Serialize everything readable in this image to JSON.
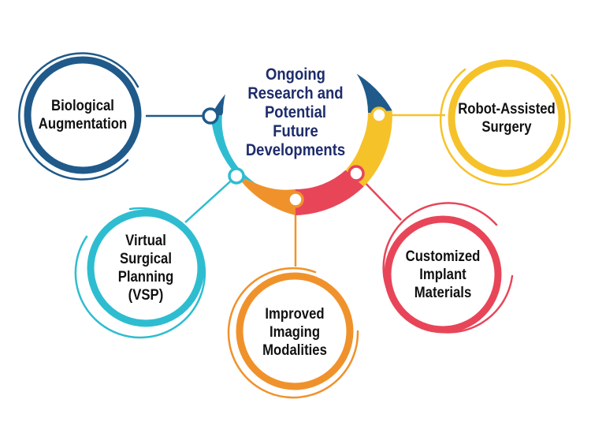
{
  "hub": {
    "title": "Ongoing\nResearch and\nPotential\nFuture\nDevelopments"
  },
  "nodes": [
    {
      "key": "biological",
      "label": "Biological\nAugmentation",
      "color": "#1f5a8a"
    },
    {
      "key": "vsp",
      "label": "Virtual\nSurgical\nPlanning\n(VSP)",
      "color": "#2ebdd0"
    },
    {
      "key": "imaging",
      "label": "Improved\nImaging\nModalities",
      "color": "#f0922b"
    },
    {
      "key": "implant",
      "label": "Customized\nImplant\nMaterials",
      "color": "#e84559"
    },
    {
      "key": "robot",
      "label": "Robot-Assisted\nSurgery",
      "color": "#f6c22a"
    }
  ]
}
